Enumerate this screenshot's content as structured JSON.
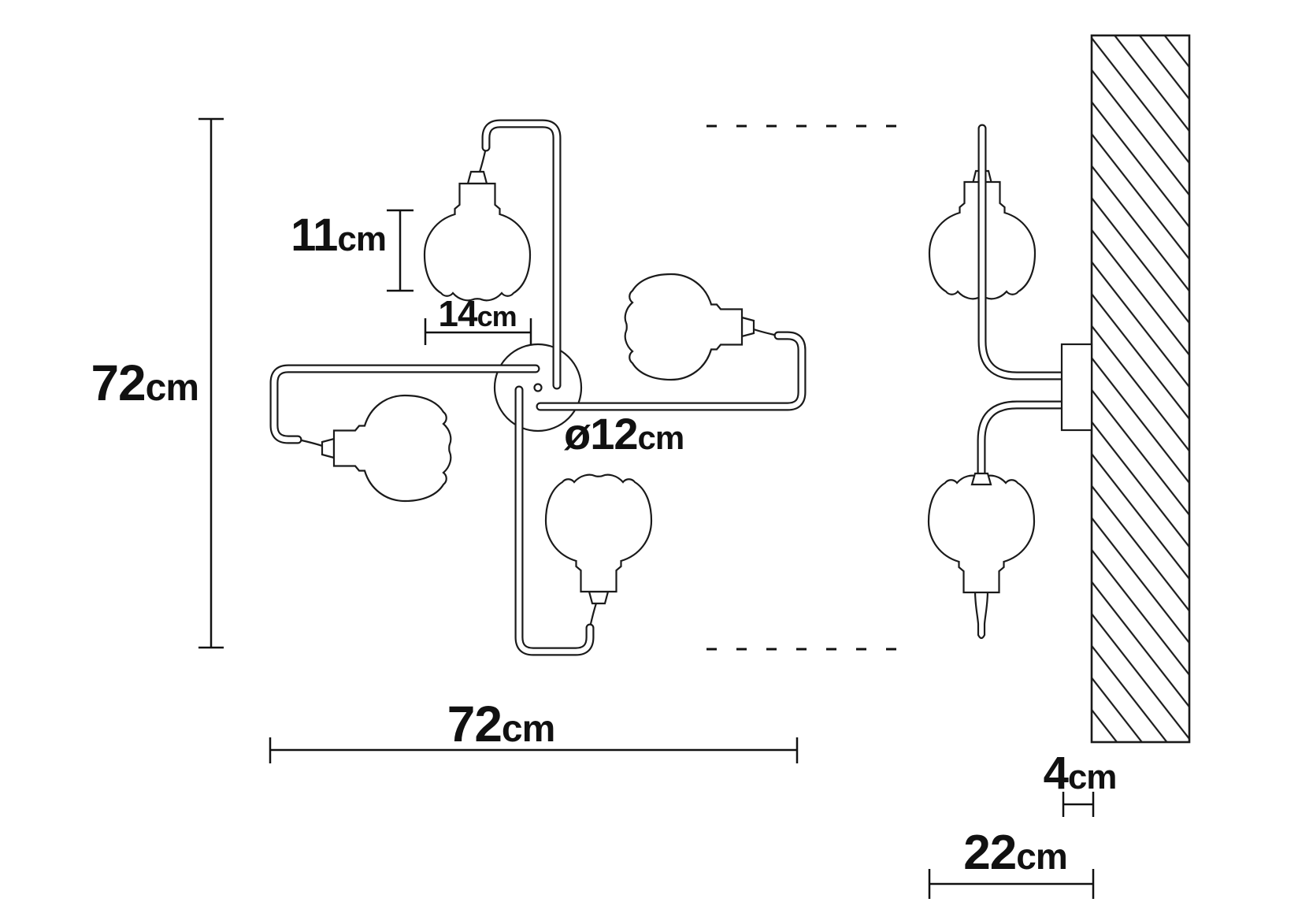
{
  "diagram": {
    "type": "technical-dimension-drawing",
    "subject": "four-arm pinwheel wall lamp, front view and side wall-section view",
    "colors": {
      "line": "#1a1a1a",
      "background": "#ffffff"
    },
    "labels": {
      "front_height": {
        "value": "72",
        "unit": "cm"
      },
      "front_width": {
        "value": "72",
        "unit": "cm"
      },
      "bulb_height": {
        "value": "11",
        "unit": "cm"
      },
      "arm_offset": {
        "value": "14",
        "unit": "cm"
      },
      "canopy_diameter": {
        "value": "ø12",
        "unit": "cm"
      },
      "plate_depth": {
        "value": "4",
        "unit": "cm"
      },
      "wall_projection": {
        "value": "22",
        "unit": "cm"
      }
    }
  }
}
